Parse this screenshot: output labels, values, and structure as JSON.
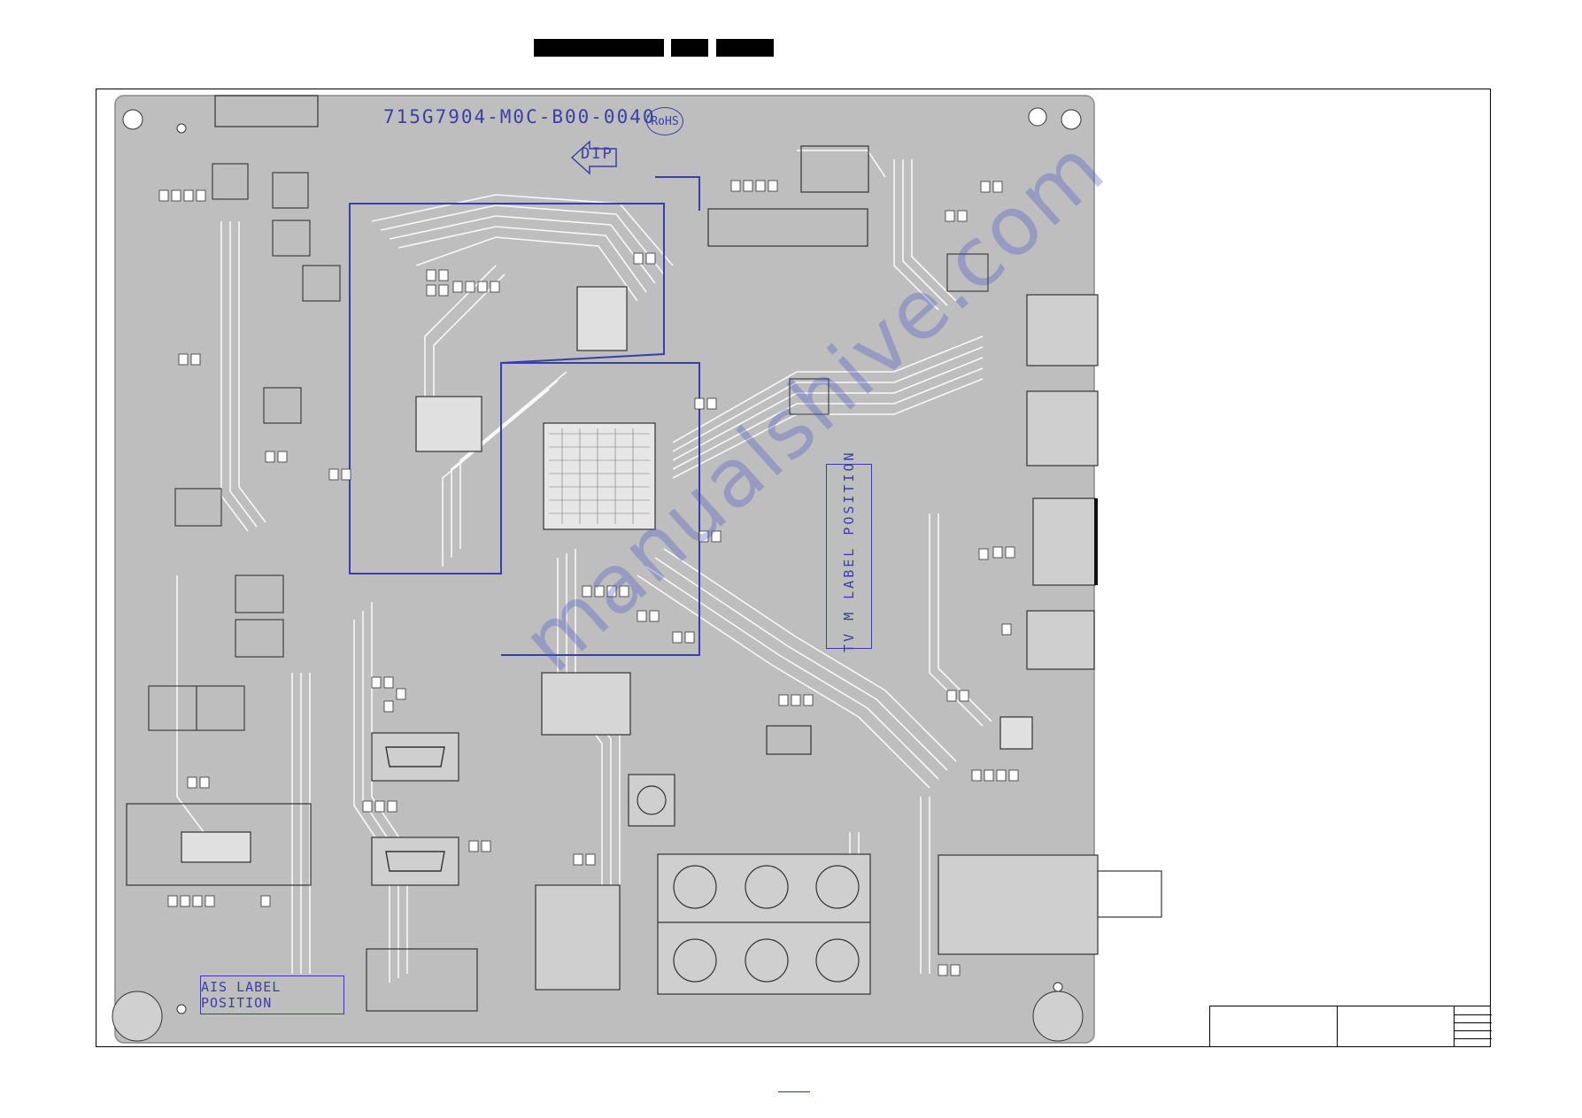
{
  "header": {
    "redaction_bars": 3
  },
  "board": {
    "pcb_code": "715G7904-M0C-B00-0040",
    "rohs_mark": "RoHS",
    "dip_arrow_label": "DIP",
    "ais_label": "AIS LABEL POSITION",
    "tvm_label": "TV M LABEL POSITION"
  },
  "watermark": "manualshive.com",
  "colors": {
    "silkscreen_blue": "#3a3fa8",
    "board_fill": "#bebebe",
    "trace_color": "#ffffff",
    "watermark": "#4650c8",
    "link": "#2233cc"
  }
}
